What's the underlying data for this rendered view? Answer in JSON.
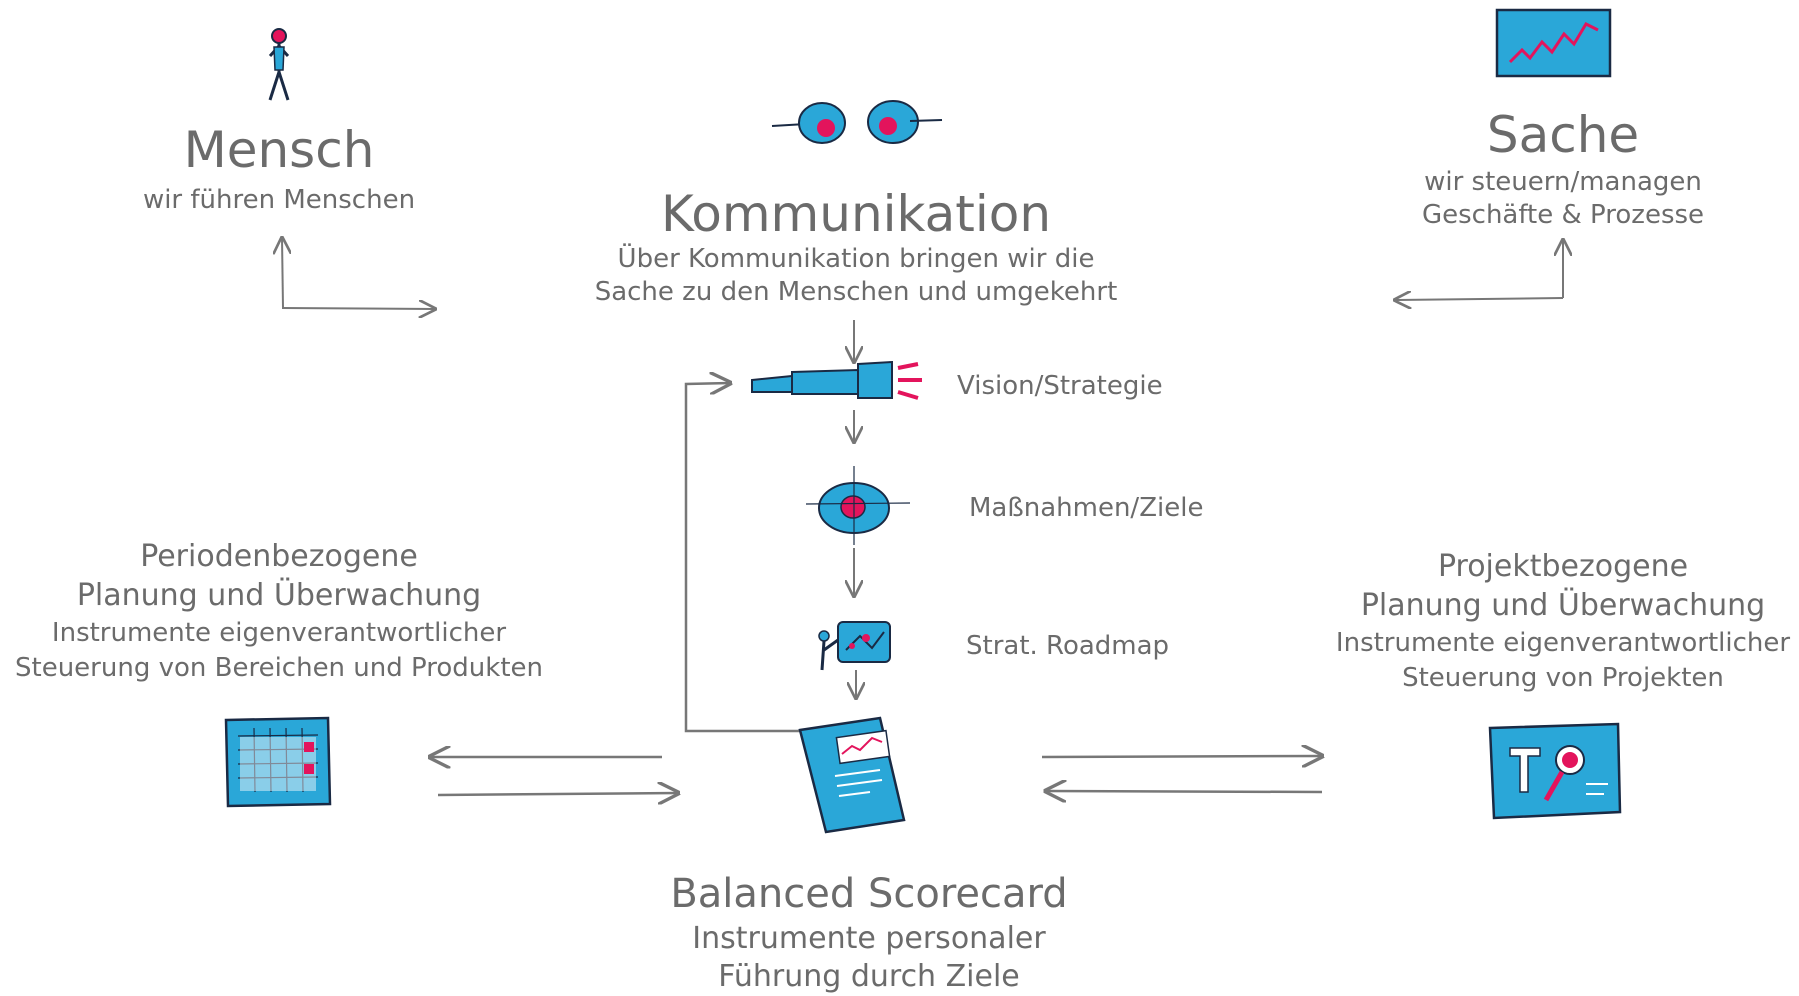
{
  "mensch": {
    "title": "Mensch",
    "subtitle": "wir führen Menschen"
  },
  "kommunikation": {
    "title": "Kommunikation",
    "line1": "Über Kommunikation bringen wir die",
    "line2": "Sache zu den Menschen und umgekehrt"
  },
  "sache": {
    "title": "Sache",
    "line1": "wir steuern/managen",
    "line2": "Geschäfte & Prozesse"
  },
  "steps": {
    "vision": "Vision/Strategie",
    "massnahmen": "Maßnahmen/Ziele",
    "roadmap": "Strat. Roadmap"
  },
  "periodenbezogen": {
    "line1": "Periodenbezogene",
    "line2": "Planung und Überwachung",
    "line3": "Instrumente eigenverantwortlicher",
    "line4": "Steuerung von Bereichen und Produkten"
  },
  "projektbezogen": {
    "line1": "Projektbezogene",
    "line2": "Planung und Überwachung",
    "line3": "Instrumente eigenverantwortlicher",
    "line4": "Steuerung von Projekten"
  },
  "scorecard": {
    "title": "Balanced Scorecard",
    "line1": "Instrumente personaler",
    "line2": "Führung durch Ziele"
  },
  "colors": {
    "blue": "#2aa7d8",
    "dark": "#1a2a44",
    "accent": "#e3145c",
    "text": "#6b6b6b",
    "line": "#777777"
  }
}
